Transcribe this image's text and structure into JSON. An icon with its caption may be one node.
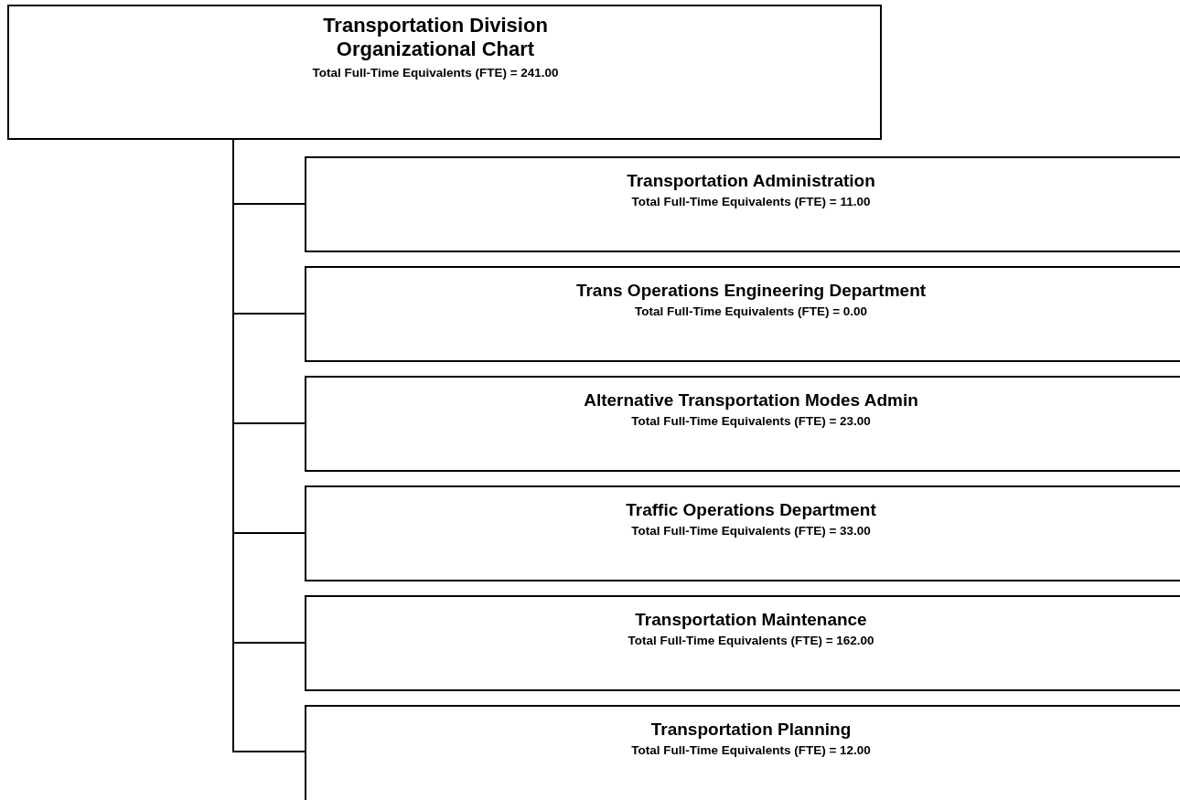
{
  "diagram": {
    "nodes": [
      {
        "text": [
          "Transportation Division Organizational Chart",
          "Total Full-Time Equivalents (FTE) =  241.00"
        ]
      },
      {
        "text": [
          "Transportation Administration",
          "Total Full-Time Equivalents (FTE) =  11.00"
        ]
      },
      {
        "text": [
          "Trans Operations Engineering Department",
          "Total Full-Time Equivalents (FTE) =  0.00"
        ]
      },
      {
        "text": [
          "Alternative Transportation Modes Admin",
          "Total Full-Time Equivalents (FTE) =  23.00"
        ]
      },
      {
        "text": [
          "Traffic Operations Department",
          "Total Full-Time Equivalents (FTE) =  33.00"
        ]
      },
      {
        "text": [
          "Transportation Maintenance",
          "Total Full-Time Equivalents (FTE) =  162.00"
        ]
      },
      {
        "text": [
          "Transportation Planning",
          "Total Full-Time Equivalents (FTE) =  12.00"
        ]
      }
    ],
    "edges": [
      {
        "from": 0,
        "to": 1,
        "arrow": "none"
      },
      {
        "from": 0,
        "to": 2,
        "arrow": "none"
      },
      {
        "from": 0,
        "to": 3,
        "arrow": "none"
      },
      {
        "from": 0,
        "to": 4,
        "arrow": "none"
      },
      {
        "from": 0,
        "to": 5,
        "arrow": "none"
      },
      {
        "from": 0,
        "to": 6,
        "arrow": "none"
      }
    ]
  }
}
